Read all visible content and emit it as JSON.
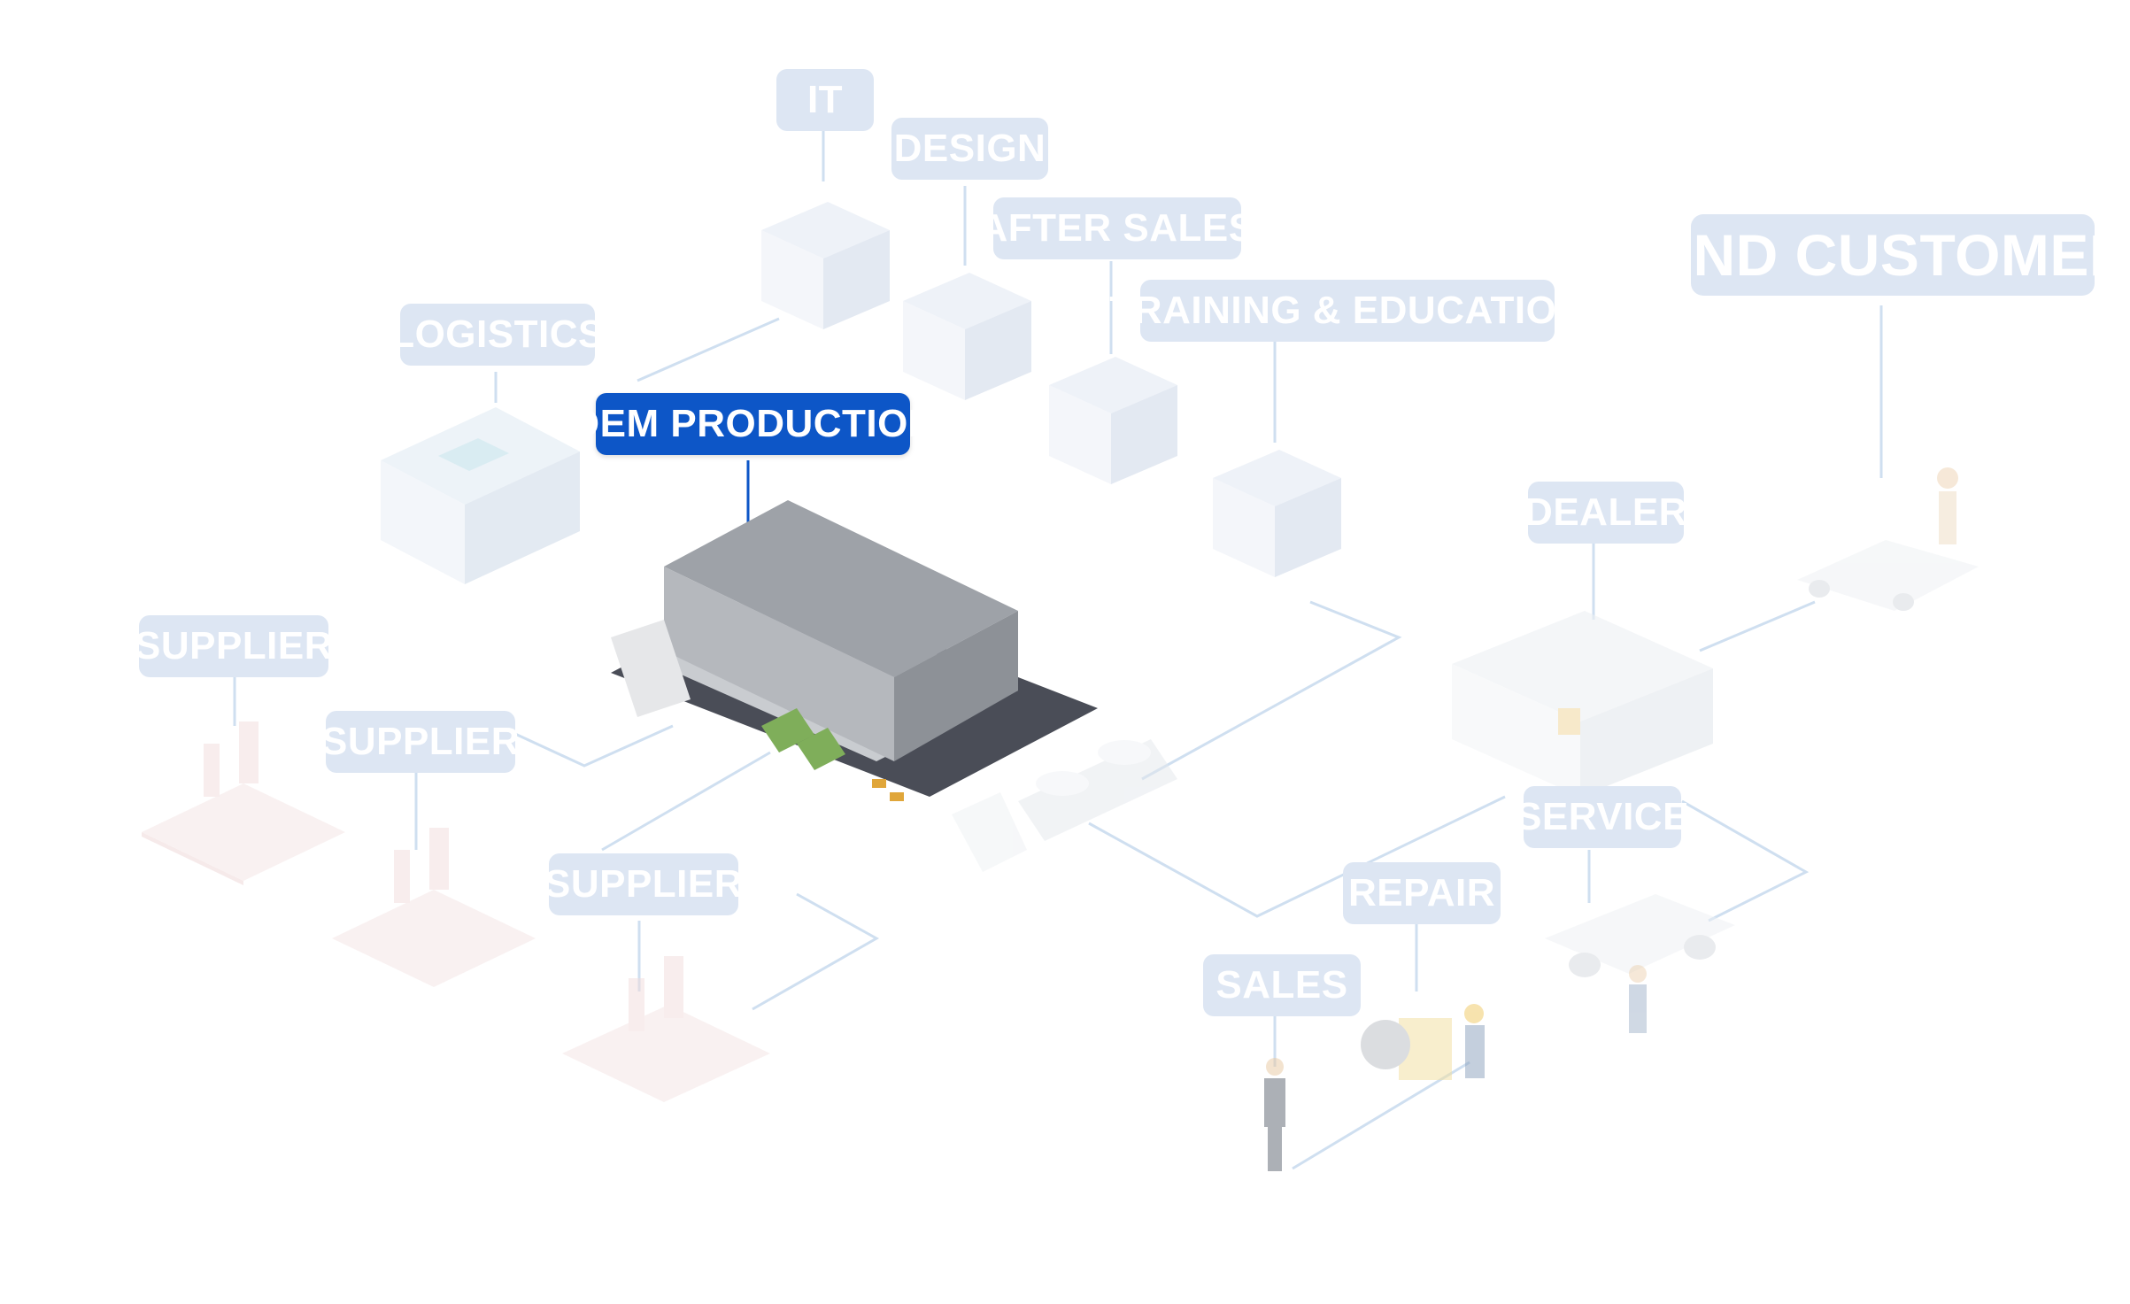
{
  "nodes": {
    "it": "IT",
    "design": "DESIGN",
    "after_sales": "AFTER SALES",
    "training": "TRAINING & EDUCATION",
    "end_customer": "END CUSTOMER",
    "logistics": "LOGISTICS",
    "oem_production": "OEM PRODUCTION",
    "dealer": "DEALER",
    "supplier_1": "SUPPLIER",
    "supplier_2": "SUPPLIER",
    "supplier_3": "SUPPLIER",
    "service": "SERVICE",
    "repair": "REPAIR",
    "sales": "SALES"
  },
  "colors": {
    "active_label": "#0d56c7",
    "inactive_label": "#dde6f3",
    "connector": "#cfdff0",
    "factory_tint": "#f3e3e3"
  },
  "active_node": "oem_production"
}
